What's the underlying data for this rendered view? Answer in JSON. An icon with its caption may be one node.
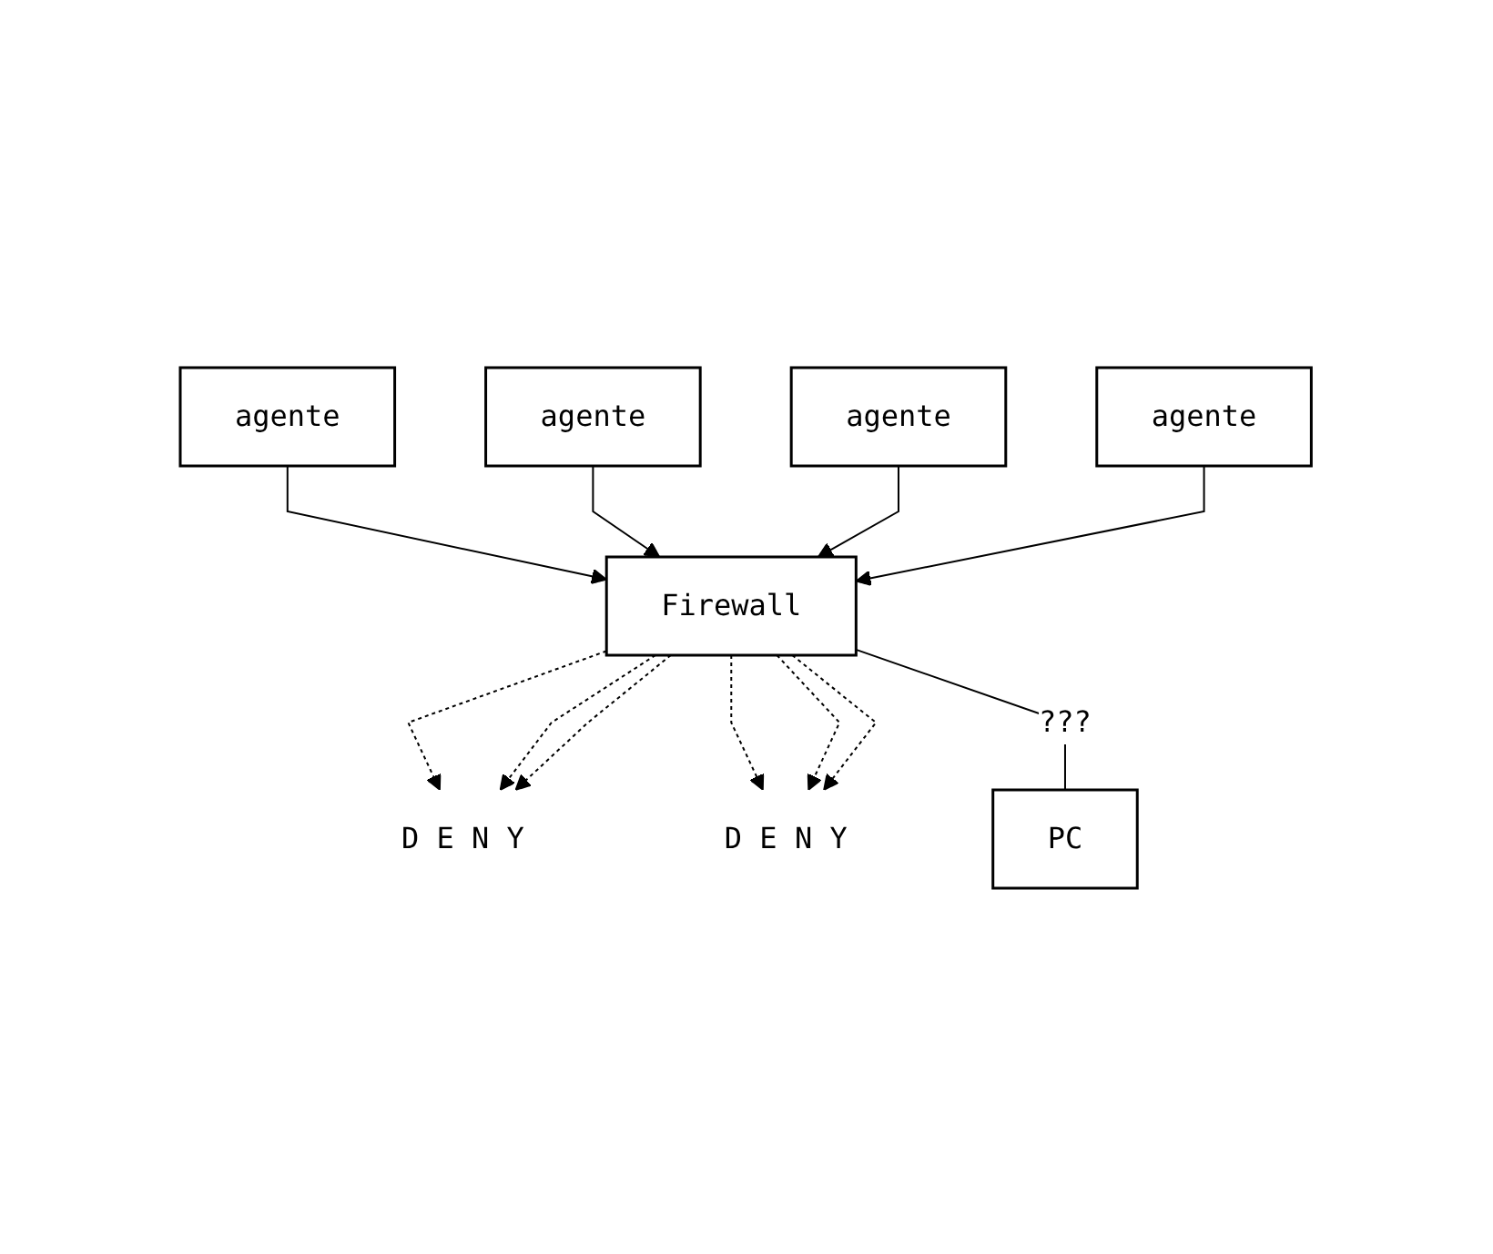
{
  "diagram": {
    "nodes": [
      {
        "text": [
          "agente"
        ]
      },
      {
        "text": [
          "agente"
        ]
      },
      {
        "text": [
          "agente"
        ]
      },
      {
        "text": [
          "agente"
        ]
      },
      {
        "text": [
          "Firewall"
        ]
      },
      {
        "text": [
          "PC"
        ]
      },
      {
        "text": [
          "D E N Y"
        ]
      },
      {
        "text": [
          "D E N Y"
        ]
      }
    ],
    "edges": [
      {
        "from": 0,
        "to": 4,
        "arrow": "to"
      },
      {
        "from": 1,
        "to": 4,
        "arrow": "to"
      },
      {
        "from": 2,
        "to": 4,
        "arrow": "to"
      },
      {
        "from": 3,
        "to": 4,
        "arrow": "to"
      },
      {
        "from": 4,
        "to": 6,
        "arrow": "to",
        "style": "dashed"
      },
      {
        "from": 4,
        "to": 6,
        "arrow": "to",
        "style": "dashed"
      },
      {
        "from": 4,
        "to": 6,
        "arrow": "to",
        "style": "dashed"
      },
      {
        "from": 4,
        "to": 7,
        "arrow": "to",
        "style": "dashed"
      },
      {
        "from": 4,
        "to": 7,
        "arrow": "to",
        "style": "dashed"
      },
      {
        "from": 4,
        "to": 7,
        "arrow": "to",
        "style": "dashed"
      },
      {
        "from": 4,
        "to": 5,
        "arrow": "none",
        "label": "???"
      }
    ]
  }
}
